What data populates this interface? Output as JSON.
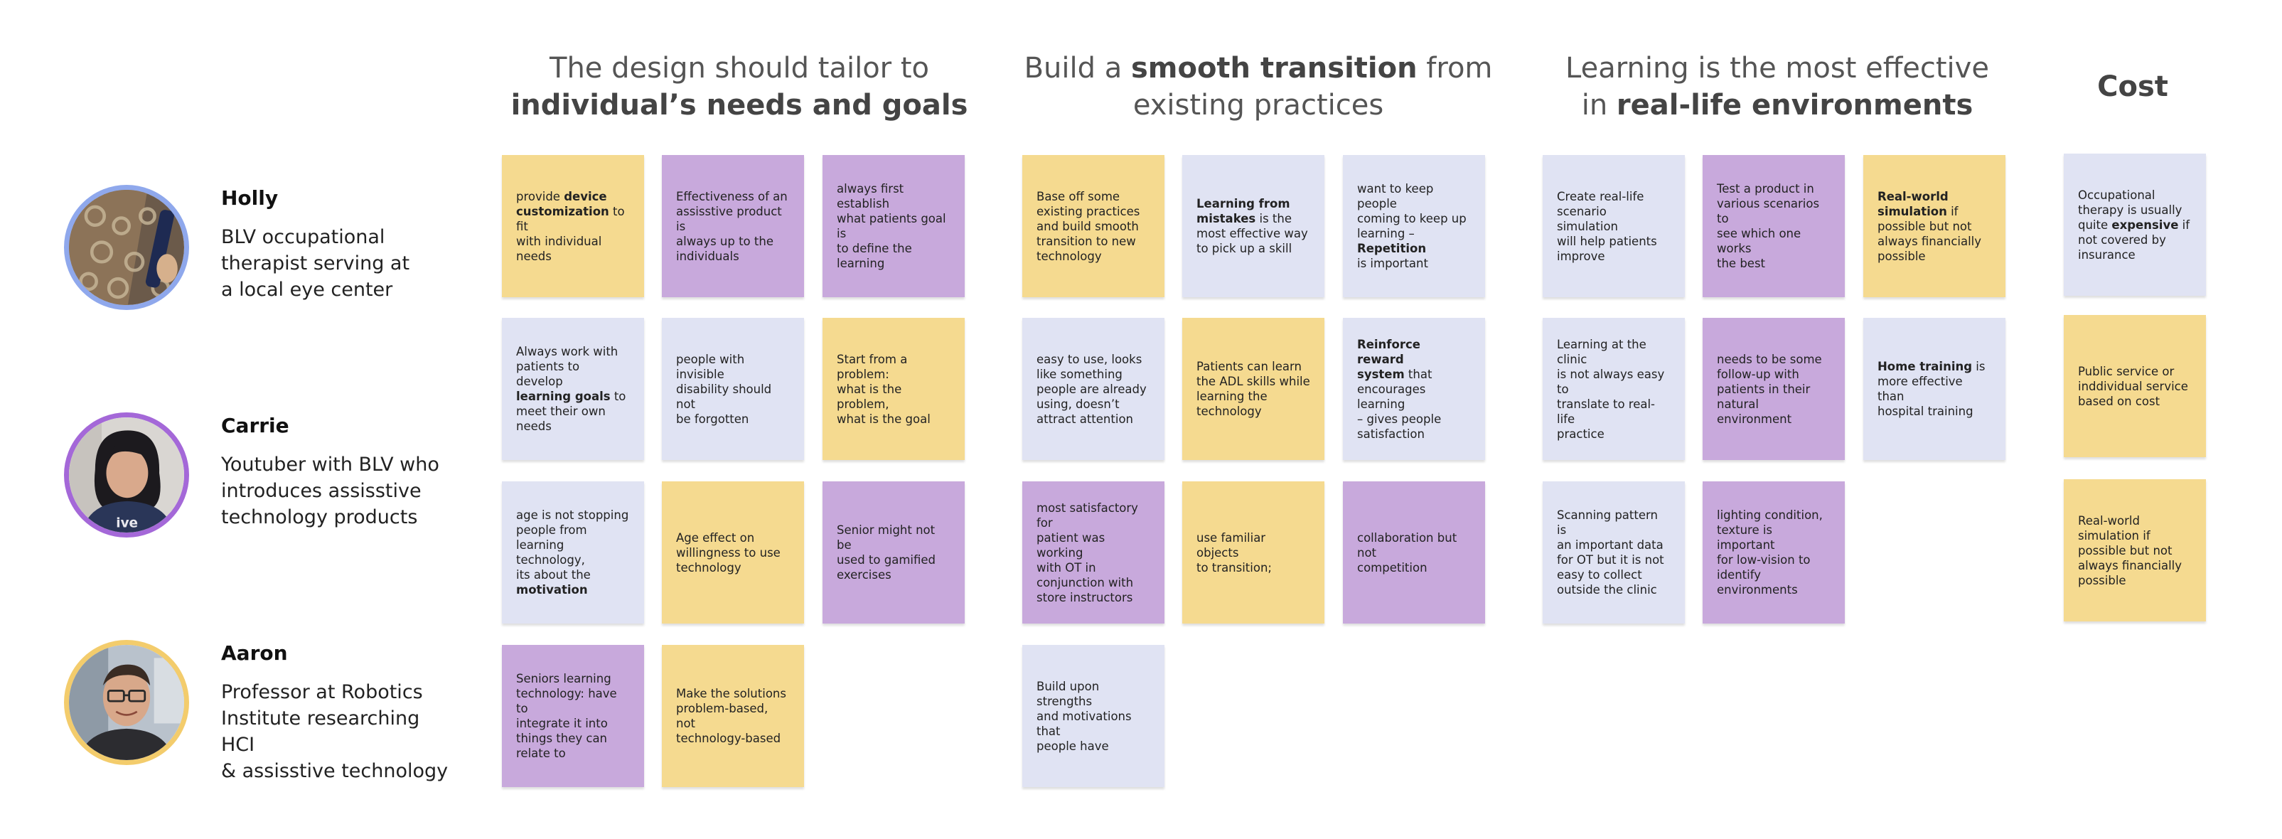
{
  "participants": [
    {
      "name": "Holly",
      "desc": [
        "BLV occupational",
        "therapist serving at",
        "a local eye center"
      ],
      "ring": "#8fa8ec"
    },
    {
      "name": "Carrie",
      "desc": [
        "Youtuber with BLV who",
        "introduces assisstive",
        "technology products"
      ],
      "ring": "#a468d8"
    },
    {
      "name": "Aaron",
      "desc": [
        "Professor at Robotics",
        "Institute researching HCI",
        "& assisstive technology"
      ],
      "ring": "#f3cc6c"
    }
  ],
  "carrie_shirt_text": "ive",
  "themes": [
    {
      "line1": [
        {
          "t": "The design should tailor to"
        }
      ],
      "line2": [
        {
          "t": "individual’s needs and goals",
          "b": true
        }
      ]
    },
    {
      "line1": [
        {
          "t": "Build a "
        },
        {
          "t": "smooth transition",
          "b": true
        },
        {
          "t": " from"
        }
      ],
      "line2": [
        {
          "t": "existing practices"
        }
      ]
    },
    {
      "line1": [
        {
          "t": "Learning is the most effective"
        }
      ],
      "line2": [
        {
          "t": "in "
        },
        {
          "t": "real-life environments",
          "b": true
        }
      ]
    },
    {
      "line1": [
        {
          "t": "Cost",
          "b": true
        }
      ],
      "line2": []
    }
  ],
  "colors": {
    "yellow": "#f5da90",
    "purple": "#c8a9dc",
    "lavender": "#e0e3f3"
  },
  "notes": [
    {
      "color": "yellow",
      "lines": [
        [
          {
            "t": "provide "
          },
          {
            "t": "device",
            "b": true
          }
        ],
        [
          {
            "t": "customization",
            "b": true
          },
          {
            "t": " to fit"
          }
        ],
        [
          {
            "t": "with individual needs"
          }
        ]
      ]
    },
    {
      "color": "purple",
      "lines": [
        [
          {
            "t": "Effectiveness of an"
          }
        ],
        [
          {
            "t": "assisstive product is"
          }
        ],
        [
          {
            "t": "always up to the"
          }
        ],
        [
          {
            "t": "individuals"
          }
        ]
      ]
    },
    {
      "color": "purple",
      "lines": [
        [
          {
            "t": "always first establish"
          }
        ],
        [
          {
            "t": "what patients goal is"
          }
        ],
        [
          {
            "t": "to define the"
          }
        ],
        [
          {
            "t": "learning"
          }
        ]
      ]
    },
    {
      "color": "lavender",
      "lines": [
        [
          {
            "t": "Always work with"
          }
        ],
        [
          {
            "t": "patients to develop"
          }
        ],
        [
          {
            "t": "learning goals",
            "b": true
          },
          {
            "t": " to"
          }
        ],
        [
          {
            "t": "meet their own"
          }
        ],
        [
          {
            "t": "needs"
          }
        ]
      ]
    },
    {
      "color": "lavender",
      "lines": [
        [
          {
            "t": "people with invisible"
          }
        ],
        [
          {
            "t": "disability should not"
          }
        ],
        [
          {
            "t": "be forgotten"
          }
        ]
      ]
    },
    {
      "color": "yellow",
      "lines": [
        [
          {
            "t": "Start from a problem:"
          }
        ],
        [
          {
            "t": "what is the problem,"
          }
        ],
        [
          {
            "t": "what is the goal"
          }
        ]
      ]
    },
    {
      "color": "lavender",
      "lines": [
        [
          {
            "t": "age is not stopping"
          }
        ],
        [
          {
            "t": "people from"
          }
        ],
        [
          {
            "t": "learning technology,"
          }
        ],
        [
          {
            "t": "its about the"
          }
        ],
        [
          {
            "t": "motivation",
            "b": true
          }
        ]
      ]
    },
    {
      "color": "yellow",
      "lines": [
        [
          {
            "t": "Age effect on"
          }
        ],
        [
          {
            "t": "willingness to use"
          }
        ],
        [
          {
            "t": "technology"
          }
        ]
      ]
    },
    {
      "color": "purple",
      "lines": [
        [
          {
            "t": "Senior might not be"
          }
        ],
        [
          {
            "t": "used to gamified"
          }
        ],
        [
          {
            "t": "exercises"
          }
        ]
      ]
    },
    {
      "color": "purple",
      "lines": [
        [
          {
            "t": "Seniors learning"
          }
        ],
        [
          {
            "t": "technology: have to"
          }
        ],
        [
          {
            "t": "integrate it into"
          }
        ],
        [
          {
            "t": "things they can"
          }
        ],
        [
          {
            "t": "relate to"
          }
        ]
      ]
    },
    {
      "color": "yellow",
      "lines": [
        [
          {
            "t": "Make the solutions"
          }
        ],
        [
          {
            "t": "problem-based, not"
          }
        ],
        [
          {
            "t": "technology-based"
          }
        ]
      ]
    },
    {
      "color": "yellow",
      "lines": [
        [
          {
            "t": "Base off some"
          }
        ],
        [
          {
            "t": "existing practices"
          }
        ],
        [
          {
            "t": "and build smooth"
          }
        ],
        [
          {
            "t": "transition to new"
          }
        ],
        [
          {
            "t": "technology"
          }
        ]
      ]
    },
    {
      "color": "lavender",
      "lines": [
        [
          {
            "t": "Learning from",
            "b": true
          }
        ],
        [
          {
            "t": "mistakes",
            "b": true
          },
          {
            "t": " is the"
          }
        ],
        [
          {
            "t": "most effective way"
          }
        ],
        [
          {
            "t": "to pick up a skill"
          }
        ]
      ]
    },
    {
      "color": "lavender",
      "lines": [
        [
          {
            "t": "want to keep people"
          }
        ],
        [
          {
            "t": "coming to keep up"
          }
        ],
        [
          {
            "t": "learning –"
          },
          {
            "t": "Repetition",
            "b": true
          }
        ],
        [
          {
            "t": "is important"
          }
        ]
      ]
    },
    {
      "color": "lavender",
      "lines": [
        [
          {
            "t": "easy to use, looks"
          }
        ],
        [
          {
            "t": "like something"
          }
        ],
        [
          {
            "t": "people are already"
          }
        ],
        [
          {
            "t": "using, doesn’t"
          }
        ],
        [
          {
            "t": "attract attention"
          }
        ]
      ]
    },
    {
      "color": "yellow",
      "lines": [
        [
          {
            "t": "Patients can learn"
          }
        ],
        [
          {
            "t": "the ADL skills while"
          }
        ],
        [
          {
            "t": "learning the"
          }
        ],
        [
          {
            "t": "technology"
          }
        ]
      ]
    },
    {
      "color": "lavender",
      "lines": [
        [
          {
            "t": "Reinforce reward",
            "b": true
          }
        ],
        [
          {
            "t": "system",
            "b": true
          },
          {
            "t": " that"
          }
        ],
        [
          {
            "t": "encourages learning"
          }
        ],
        [
          {
            "t": "– gives people"
          }
        ],
        [
          {
            "t": "satisfaction"
          }
        ]
      ]
    },
    {
      "color": "purple",
      "lines": [
        [
          {
            "t": "most satisfactory for"
          }
        ],
        [
          {
            "t": "patient was working"
          }
        ],
        [
          {
            "t": "with OT in"
          }
        ],
        [
          {
            "t": "conjunction with"
          }
        ],
        [
          {
            "t": "store instructors"
          }
        ]
      ]
    },
    {
      "color": "yellow",
      "lines": [
        [
          {
            "t": "use familiar objects"
          }
        ],
        [
          {
            "t": "to transition;"
          }
        ]
      ]
    },
    {
      "color": "purple",
      "lines": [
        [
          {
            "t": "collaboration but not"
          }
        ],
        [
          {
            "t": "competition"
          }
        ]
      ]
    },
    {
      "color": "lavender",
      "lines": [
        [
          {
            "t": "Build upon strengths"
          }
        ],
        [
          {
            "t": "and motivations that"
          }
        ],
        [
          {
            "t": "people have"
          }
        ]
      ]
    },
    {
      "color": "lavender",
      "lines": [
        [
          {
            "t": "Create real-life"
          }
        ],
        [
          {
            "t": "scenario simulation"
          }
        ],
        [
          {
            "t": "will help patients"
          }
        ],
        [
          {
            "t": "improve"
          }
        ]
      ]
    },
    {
      "color": "purple",
      "lines": [
        [
          {
            "t": "Test a product in"
          }
        ],
        [
          {
            "t": "various scenarios to"
          }
        ],
        [
          {
            "t": "see which one works"
          }
        ],
        [
          {
            "t": "the best"
          }
        ]
      ]
    },
    {
      "color": "yellow",
      "lines": [
        [
          {
            "t": "Real-world",
            "b": true
          }
        ],
        [
          {
            "t": "simulation",
            "b": true
          },
          {
            "t": " if"
          }
        ],
        [
          {
            "t": "possible but not"
          }
        ],
        [
          {
            "t": "always financially"
          }
        ],
        [
          {
            "t": "possible"
          }
        ]
      ]
    },
    {
      "color": "lavender",
      "lines": [
        [
          {
            "t": "Learning at the clinic"
          }
        ],
        [
          {
            "t": "is not always easy  to"
          }
        ],
        [
          {
            "t": "translate to real-life"
          }
        ],
        [
          {
            "t": "practice"
          }
        ]
      ]
    },
    {
      "color": "purple",
      "lines": [
        [
          {
            "t": "needs to be some"
          }
        ],
        [
          {
            "t": "follow-up with"
          }
        ],
        [
          {
            "t": "patients in their"
          }
        ],
        [
          {
            "t": "natural environment"
          }
        ]
      ]
    },
    {
      "color": "lavender",
      "lines": [
        [
          {
            "t": "Home training",
            "b": true
          },
          {
            "t": " is"
          }
        ],
        [
          {
            "t": "more effective than"
          }
        ],
        [
          {
            "t": "hospital training"
          }
        ]
      ]
    },
    {
      "color": "lavender",
      "lines": [
        [
          {
            "t": "Scanning pattern is"
          }
        ],
        [
          {
            "t": "an important data"
          }
        ],
        [
          {
            "t": "for OT but it is not"
          }
        ],
        [
          {
            "t": "easy to collect"
          }
        ],
        [
          {
            "t": "outside the clinic"
          }
        ]
      ]
    },
    {
      "color": "purple",
      "lines": [
        [
          {
            "t": "lighting condition,"
          }
        ],
        [
          {
            "t": "texture is important"
          }
        ],
        [
          {
            "t": "for low-vision to"
          }
        ],
        [
          {
            "t": "identify environments"
          }
        ]
      ]
    },
    {
      "color": "lavender",
      "lines": [
        [
          {
            "t": "Occupational"
          }
        ],
        [
          {
            "t": "therapy is usually"
          }
        ],
        [
          {
            "t": "quite "
          },
          {
            "t": "expensive",
            "b": true
          },
          {
            "t": " if"
          }
        ],
        [
          {
            "t": "not covered by"
          }
        ],
        [
          {
            "t": "insurance"
          }
        ]
      ]
    },
    {
      "color": "yellow",
      "lines": [
        [
          {
            "t": "Public service or"
          }
        ],
        [
          {
            "t": "inddividual service"
          }
        ],
        [
          {
            "t": "based on cost"
          }
        ]
      ]
    },
    {
      "color": "yellow",
      "lines": [
        [
          {
            "t": "Real-world"
          }
        ],
        [
          {
            "t": "simulation if"
          }
        ],
        [
          {
            "t": "possible but not"
          }
        ],
        [
          {
            "t": "always financially"
          }
        ],
        [
          {
            "t": "possible"
          }
        ]
      ]
    }
  ]
}
